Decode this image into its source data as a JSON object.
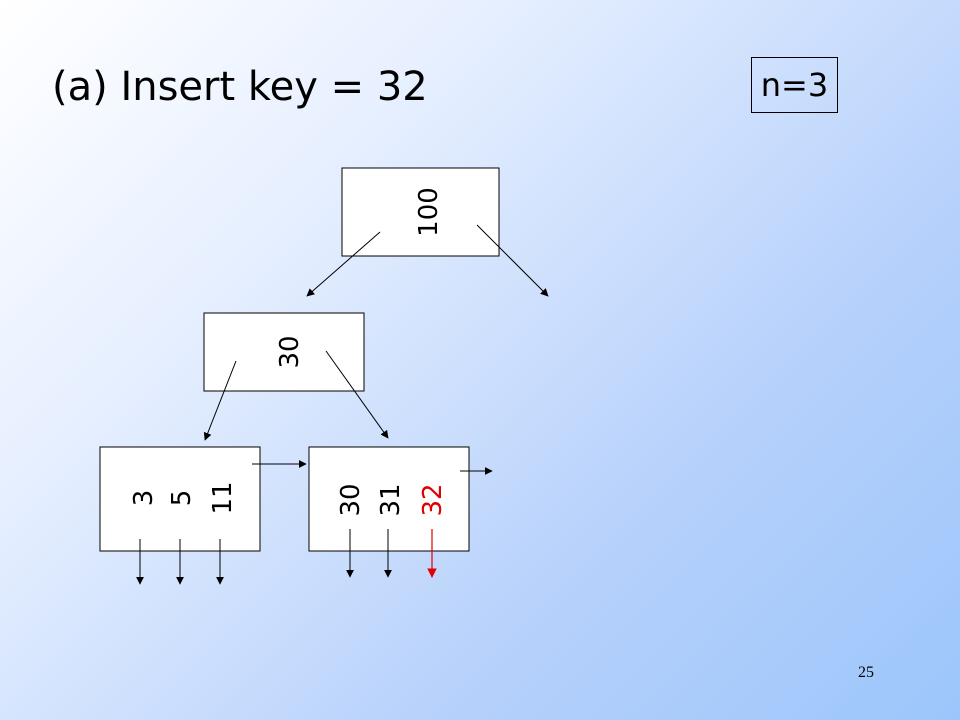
{
  "title": "(a) Insert key = 32",
  "order_label": "n=3",
  "page_number": "25",
  "colors": {
    "default_ink": "#000000",
    "highlight": "#e00000",
    "node_fill": "#ffffff"
  },
  "tree": {
    "root": {
      "keys": [
        "100"
      ]
    },
    "internal": {
      "keys": [
        "30"
      ]
    },
    "leaves": [
      {
        "keys": [
          "3",
          "5",
          "11"
        ]
      },
      {
        "keys": [
          "30",
          "31",
          "32"
        ],
        "highlighted_key": "32"
      }
    ]
  }
}
